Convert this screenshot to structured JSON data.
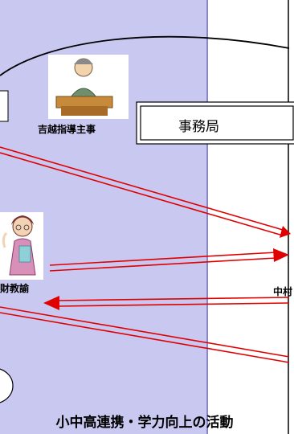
{
  "colors": {
    "panel_bg": "#c9c8f1",
    "panel_border": "#7b78c8",
    "arrow": "#e00000",
    "box_border": "#333333"
  },
  "nodes": {
    "yoshikoshi_label": "吉越指導主事",
    "zaikyoyu_label": "財教諭",
    "jimukyoku_label": "事務局",
    "chu_label": "中村"
  },
  "footer": {
    "title": "小中高連携・学力向上の活動"
  },
  "icons": {
    "person_top": "seated-man-icon",
    "person_left": "teacher-woman-icon"
  }
}
